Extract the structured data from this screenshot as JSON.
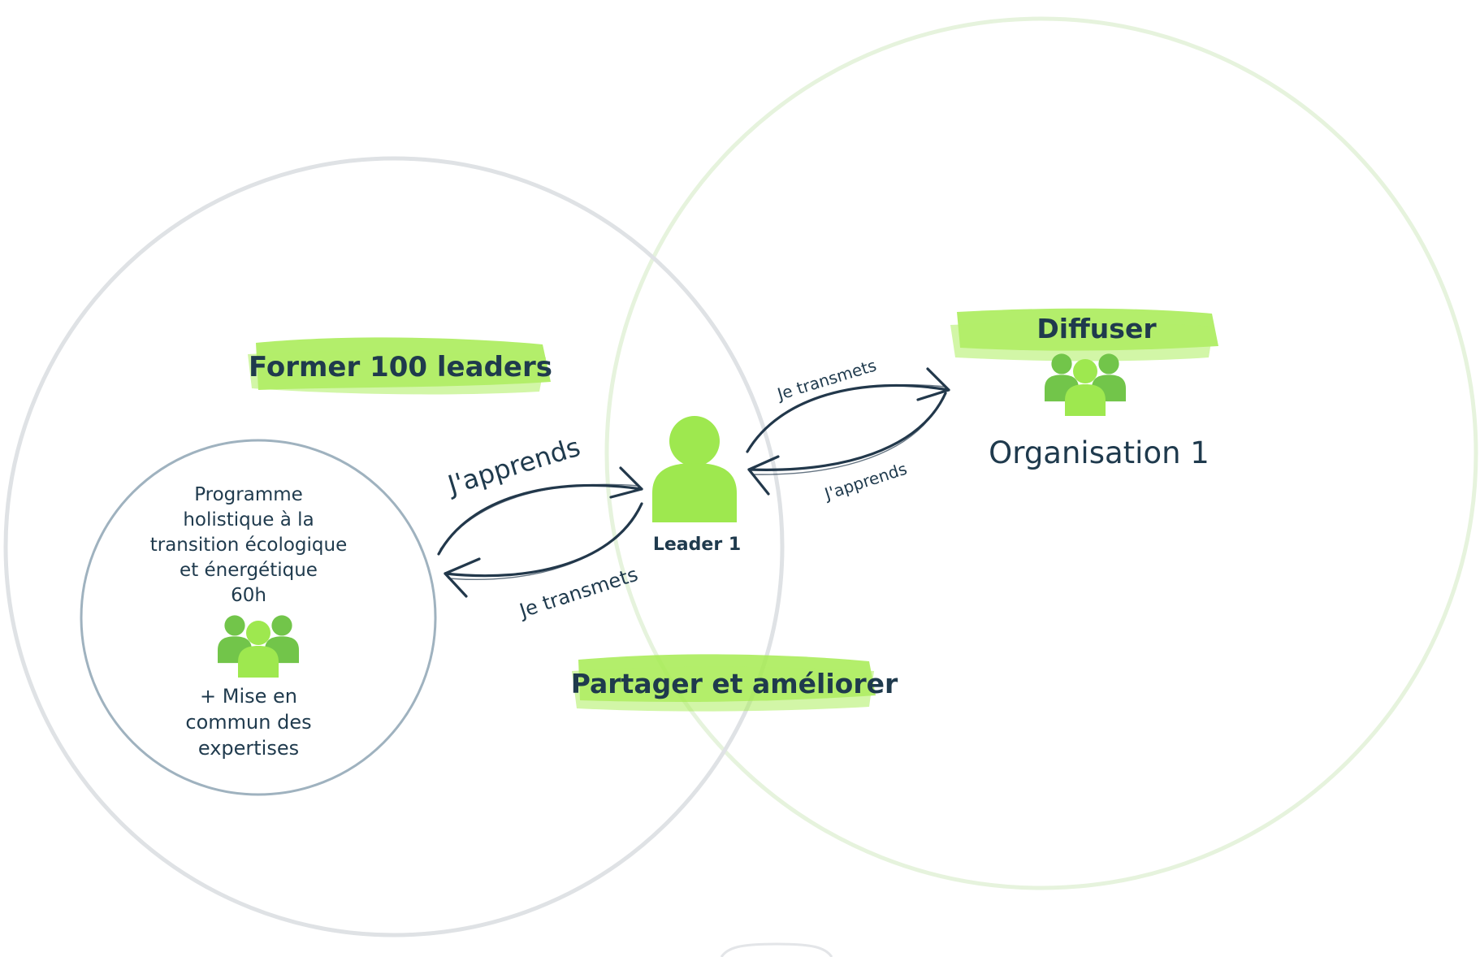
{
  "colors": {
    "highlight": "#a6ec52",
    "person_light": "#9ee84f",
    "person_dark": "#72c54a",
    "text_dark": "#1f3a4d",
    "left_circle_stroke": "#dfe2e5",
    "right_circle_stroke": "#e6f3dd",
    "inner_circle_stroke": "#9fb2bf"
  },
  "left_section": {
    "heading": "Former 100 leaders",
    "program_lines": [
      "Programme",
      "holistique à la",
      "transition écologique",
      "et énergétique",
      "60h"
    ],
    "group_icon": "people-group-icon",
    "shared_lines": [
      "+ Mise en",
      "commun des",
      "expertises"
    ]
  },
  "center": {
    "person_icon": "person-icon",
    "leader_label": "Leader 1",
    "heading_bottom": "Partager et améliorer",
    "arrow_left_top": "J'apprends",
    "arrow_left_bottom": "Je transmets",
    "arrow_right_top": "Je transmets",
    "arrow_right_bottom": "J'apprends"
  },
  "right_section": {
    "heading": "Diffuser",
    "group_icon": "people-group-icon",
    "org_label": "Organisation 1"
  }
}
